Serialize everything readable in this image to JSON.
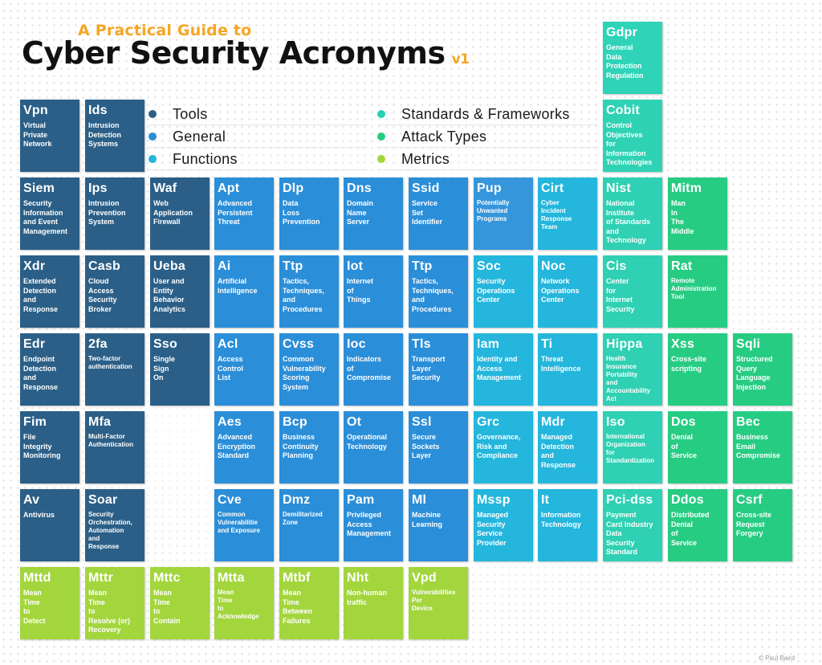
{
  "header": {
    "subtitle": "A Practical Guide to",
    "title": "Cyber Security Acronyms",
    "version": "v1"
  },
  "colors": {
    "tools": "#2b5f87",
    "general": "#2b8ed8",
    "functions": "#24b6dc",
    "standards": "#29d0b3",
    "attack": "#27cc83",
    "metrics": "#a3d63c"
  },
  "legend": [
    {
      "label": "Tools",
      "color": "#2b5f87"
    },
    {
      "label": "General",
      "color": "#2b8ed8"
    },
    {
      "label": "Functions",
      "color": "#24b6dc"
    },
    {
      "label": "Standards & Frameworks",
      "color": "#29d0b3"
    },
    {
      "label": "Attack Types",
      "color": "#27cc83"
    },
    {
      "label": "Metrics",
      "color": "#a3d63c"
    }
  ],
  "cells": [
    {
      "symbol": "Gdpr",
      "name": "General\nData\nProtection\nRegulation",
      "category": "standards"
    },
    {
      "symbol": "Vpn",
      "name": "Virtual\nPrivate\nNetwork",
      "category": "tools"
    },
    {
      "symbol": "Ids",
      "name": "Intrusion\nDetection\nSystems",
      "category": "tools"
    },
    {
      "symbol": "Cobit",
      "name": "Control\nObjectives\nfor\nInformation\nTechnologies",
      "category": "standards"
    },
    {
      "symbol": "Siem",
      "name": "Security\nInformation\nand Event\nManagement",
      "category": "tools"
    },
    {
      "symbol": "Ips",
      "name": "Intrusion\nPrevention\nSystem",
      "category": "tools"
    },
    {
      "symbol": "Waf",
      "name": "Web\nApplication\nFirewall",
      "category": "tools"
    },
    {
      "symbol": "Apt",
      "name": "Advanced\nPersistent\nThreat",
      "category": "general"
    },
    {
      "symbol": "Dlp",
      "name": "Data\nLoss\nPrevention",
      "category": "general"
    },
    {
      "symbol": "Dns",
      "name": "Domain\nName\nServer",
      "category": "general"
    },
    {
      "symbol": "Ssid",
      "name": "Service\nSet\nIdentifier",
      "category": "general"
    },
    {
      "symbol": "Pup",
      "name": "Potentially\nUnwanted\nPrograms",
      "category": "general"
    },
    {
      "symbol": "Cirt",
      "name": "Cyber\nIncident\nResponse\nTeam",
      "category": "functions"
    },
    {
      "symbol": "Nist",
      "name": "National\nInstitute\nof Standards\nand\nTechnology",
      "category": "standards"
    },
    {
      "symbol": "Mitm",
      "name": "Man\nIn\nThe\nMiddle",
      "category": "attack"
    },
    {
      "symbol": "Xdr",
      "name": "Extended\nDetection\nand\nResponse",
      "category": "tools"
    },
    {
      "symbol": "Casb",
      "name": "Cloud\nAccess\nSecurity\nBroker",
      "category": "tools"
    },
    {
      "symbol": "Ueba",
      "name": "User and\nEntity\nBehavior\nAnalytics",
      "category": "tools"
    },
    {
      "symbol": "Ai",
      "name": "Artificial\nIntelligence",
      "category": "general"
    },
    {
      "symbol": "Ttp",
      "name": "Tactics,\nTechniques,\nand\nProcedures",
      "category": "general"
    },
    {
      "symbol": "Iot",
      "name": "Internet\nof\nThings",
      "category": "general"
    },
    {
      "symbol": "Ttp",
      "name": "Tactics,\nTechniques,\nand\nProcedures",
      "category": "general"
    },
    {
      "symbol": "Soc",
      "name": "Security\nOperations\nCenter",
      "category": "functions"
    },
    {
      "symbol": "Noc",
      "name": "Network\nOperations\nCenter",
      "category": "functions"
    },
    {
      "symbol": "Cis",
      "name": "Center\nfor\nInternet\nSecurity",
      "category": "standards"
    },
    {
      "symbol": "Rat",
      "name": "Remote\nAdministration\nTool",
      "category": "attack"
    },
    {
      "symbol": "Edr",
      "name": "Endpoint\nDetection\nand\nResponse",
      "category": "tools"
    },
    {
      "symbol": "2fa",
      "name": "Two-factor\nauthentication",
      "category": "tools"
    },
    {
      "symbol": "Sso",
      "name": "Single\nSign\nOn",
      "category": "tools"
    },
    {
      "symbol": "Acl",
      "name": "Access\nControl\nList",
      "category": "general"
    },
    {
      "symbol": "Cvss",
      "name": "Common\nVulnerability\nScoring\nSystem",
      "category": "general"
    },
    {
      "symbol": "Ioc",
      "name": "Indicators\nof\nCompromise",
      "category": "general"
    },
    {
      "symbol": "Tls",
      "name": "Transport\nLayer\nSecurity",
      "category": "general"
    },
    {
      "symbol": "Iam",
      "name": "Identity and\nAccess\nManagement",
      "category": "functions"
    },
    {
      "symbol": "Ti",
      "name": "Threat\nIntelligence",
      "category": "functions"
    },
    {
      "symbol": "Hippa",
      "name": "Health\nInsurance\nPortability\nand\nAccountability\nAct",
      "category": "standards"
    },
    {
      "symbol": "Xss",
      "name": "Cross-site\nscripting",
      "category": "attack"
    },
    {
      "symbol": "Sqli",
      "name": "Structured\nQuery\nLanguage\nInjection",
      "category": "attack"
    },
    {
      "symbol": "Fim",
      "name": "File\nIntegrity\nMonitoring",
      "category": "tools"
    },
    {
      "symbol": "Mfa",
      "name": "Multi-Factor\nAuthentication",
      "category": "tools"
    },
    {
      "symbol": "Aes",
      "name": "Advanced\nEncryption\nStandard",
      "category": "general"
    },
    {
      "symbol": "Bcp",
      "name": "Business\nContinuity\nPlanning",
      "category": "general"
    },
    {
      "symbol": "Ot",
      "name": "Operational\nTechnology",
      "category": "general"
    },
    {
      "symbol": "Ssl",
      "name": "Secure\nSockets\nLayer",
      "category": "general"
    },
    {
      "symbol": "Grc",
      "name": "Governance,\nRisk and\nCompliance",
      "category": "functions"
    },
    {
      "symbol": "Mdr",
      "name": "Managed\nDetection\nand\nResponse",
      "category": "functions"
    },
    {
      "symbol": "Iso",
      "name": "International\nOrganization\nfor\nStandardization",
      "category": "standards"
    },
    {
      "symbol": "Dos",
      "name": "Denial\nof\nService",
      "category": "attack"
    },
    {
      "symbol": "Bec",
      "name": "Business\nEmail\nCompromise",
      "category": "attack"
    },
    {
      "symbol": "Av",
      "name": "Antivirus",
      "category": "tools"
    },
    {
      "symbol": "Soar",
      "name": "Security\nOrchestration,\nAutomation\nand\nResponse",
      "category": "tools"
    },
    {
      "symbol": "Cve",
      "name": "Common\nVulnerabilitie\nand Exposure",
      "category": "general"
    },
    {
      "symbol": "Dmz",
      "name": "Demilitarized\nZone",
      "category": "general"
    },
    {
      "symbol": "Pam",
      "name": "Privileged\nAccess\nManagement",
      "category": "general"
    },
    {
      "symbol": "Ml",
      "name": "Machine\nLearning",
      "category": "general"
    },
    {
      "symbol": "Mssp",
      "name": "Managed\nSecurity\nService\nProvider",
      "category": "functions"
    },
    {
      "symbol": "It",
      "name": "Information\nTechnology",
      "category": "functions"
    },
    {
      "symbol": "Pci-dss",
      "name": "Payment\nCard Industry\nData\nSecurity\nStandard",
      "category": "standards"
    },
    {
      "symbol": "Ddos",
      "name": "Distributed\nDenial\nof\nService",
      "category": "attack"
    },
    {
      "symbol": "Csrf",
      "name": "Cross-site\nRequest\nForgery",
      "category": "attack"
    },
    {
      "symbol": "Mttd",
      "name": "Mean\nTime\nto\nDetect",
      "category": "metrics"
    },
    {
      "symbol": "Mttr",
      "name": "Mean\nTime\nto\nResolve (or)\nRecovery",
      "category": "metrics"
    },
    {
      "symbol": "Mttc",
      "name": "Mean\nTime\nto\nContain",
      "category": "metrics"
    },
    {
      "symbol": "Mtta",
      "name": "Mean\nTime\nto\nAcknowledge",
      "category": "metrics"
    },
    {
      "symbol": "Mtbf",
      "name": "Mean\nTime\nBetween\nFailures",
      "category": "metrics"
    },
    {
      "symbol": "Nht",
      "name": "Non-human\ntraffic",
      "category": "metrics"
    },
    {
      "symbol": "Vpd",
      "name": "Vulnerabilities\nPer\nDevice",
      "category": "metrics"
    }
  ],
  "footer": {
    "copyright": "© Paul Baird"
  }
}
